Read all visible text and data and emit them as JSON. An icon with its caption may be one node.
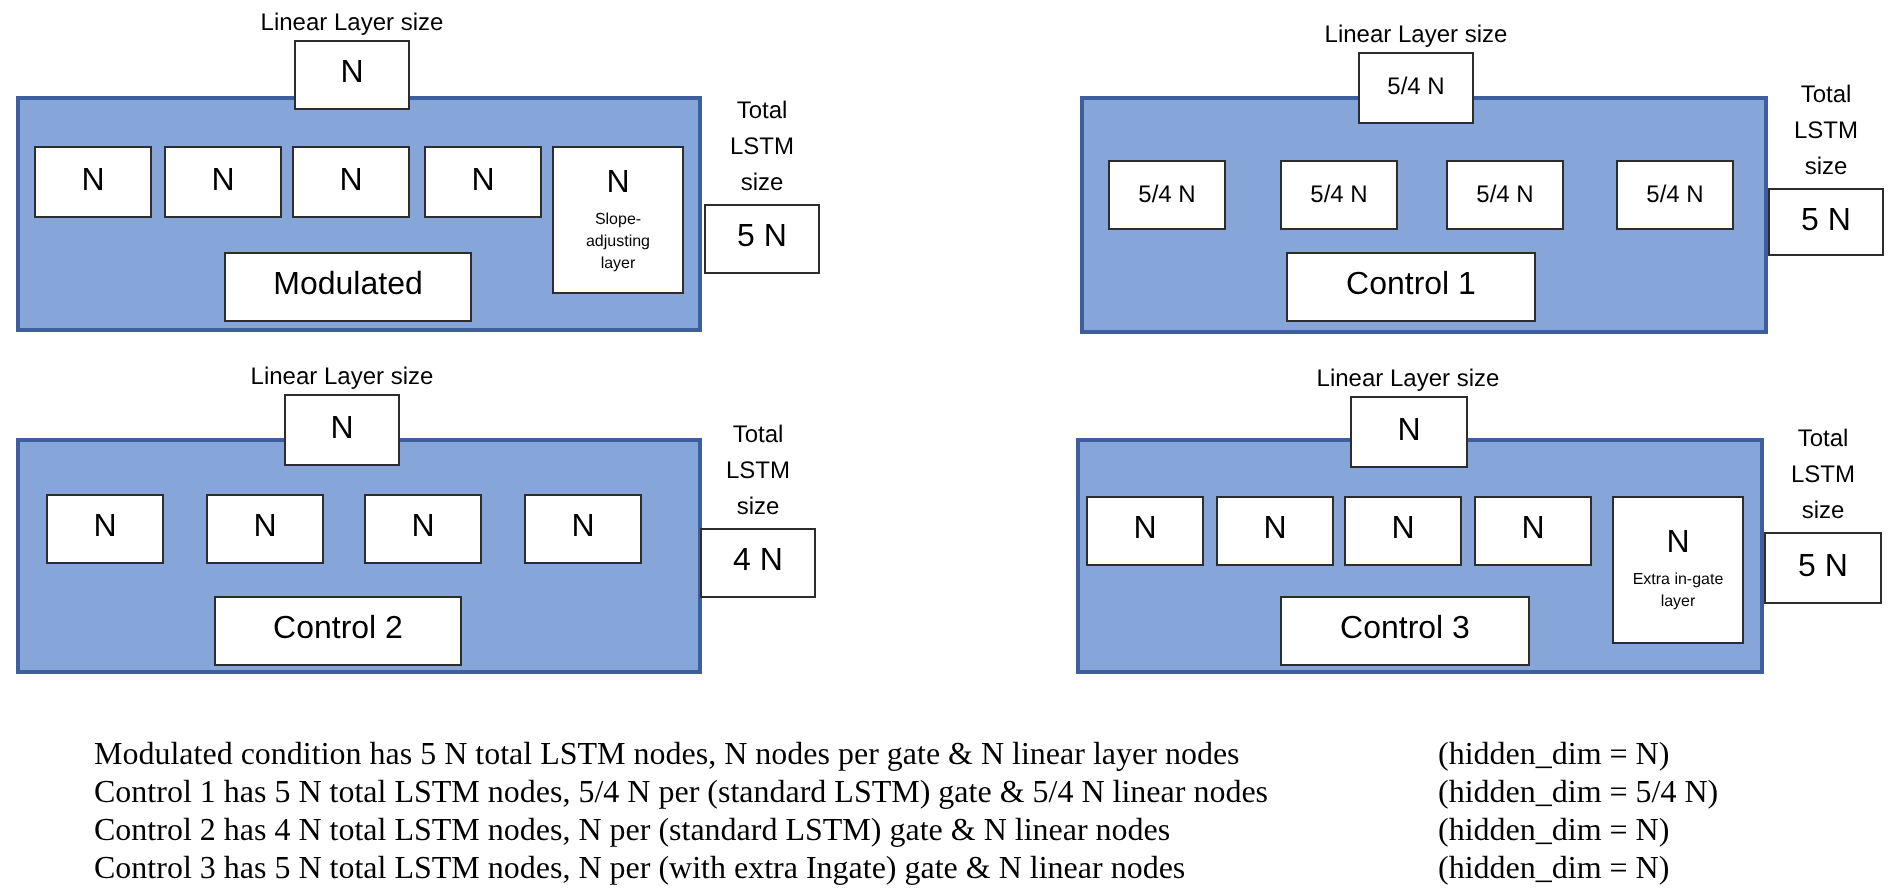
{
  "diagram": {
    "nodes": [
      {
        "text": [],
        "shape": "box"
      },
      {
        "text": [
          "N"
        ],
        "in": 0
      },
      {
        "text": [
          "N"
        ],
        "in": 0
      },
      {
        "text": [
          "N"
        ],
        "in": 0
      },
      {
        "text": [
          "N"
        ],
        "in": 0
      },
      {
        "text": [
          "N",
          "Slope-adjusting layer"
        ],
        "in": 0
      },
      {
        "text": [
          "Modulated"
        ],
        "in": 0
      },
      {
        "text": [
          "N"
        ],
        "beside": [
          "Linear Layer size"
        ]
      },
      {
        "text": [
          "5 N"
        ],
        "beside": [
          "Total LSTM size"
        ]
      },
      {
        "text": [],
        "shape": "box"
      },
      {
        "text": [
          "5/4 N"
        ],
        "in": 9
      },
      {
        "text": [
          "5/4 N"
        ],
        "in": 9
      },
      {
        "text": [
          "5/4 N"
        ],
        "in": 9
      },
      {
        "text": [
          "5/4 N"
        ],
        "in": 9
      },
      {
        "text": [
          "Control 1"
        ],
        "in": 9
      },
      {
        "text": [
          "5/4 N"
        ],
        "beside": [
          "Linear Layer size"
        ]
      },
      {
        "text": [
          "5 N"
        ],
        "beside": [
          "Total LSTM size"
        ]
      },
      {
        "text": [],
        "shape": "box"
      },
      {
        "text": [
          "N"
        ],
        "in": 17
      },
      {
        "text": [
          "N"
        ],
        "in": 17
      },
      {
        "text": [
          "N"
        ],
        "in": 17
      },
      {
        "text": [
          "N"
        ],
        "in": 17
      },
      {
        "text": [
          "Control 2"
        ],
        "in": 17
      },
      {
        "text": [
          "N"
        ],
        "beside": [
          "Linear Layer size"
        ]
      },
      {
        "text": [
          "4 N"
        ],
        "beside": [
          "Total LSTM size"
        ]
      },
      {
        "text": [],
        "shape": "box"
      },
      {
        "text": [
          "N"
        ],
        "in": 25
      },
      {
        "text": [
          "N"
        ],
        "in": 25
      },
      {
        "text": [
          "N"
        ],
        "in": 25
      },
      {
        "text": [
          "N"
        ],
        "in": 25
      },
      {
        "text": [
          "N",
          "Extra in-gate layer"
        ],
        "in": 25
      },
      {
        "text": [
          "Control 3"
        ],
        "in": 25
      },
      {
        "text": [
          "N"
        ],
        "beside": [
          "Linear Layer size"
        ]
      },
      {
        "text": [
          "5 N"
        ],
        "beside": [
          "Total LSTM size"
        ]
      }
    ],
    "labels": [
      "Modulated condition has 5 N total LSTM nodes, N nodes per gate & N linear layer nodes",
      "(hidden_dim =  N)",
      "Control 1 has 5 N total LSTM nodes, 5/4 N per (standard LSTM) gate & 5/4 N linear nodes",
      "(hidden_dim = 5/4 N)",
      "Control 2 has 4 N total LSTM nodes, N per (standard LSTM) gate & N linear nodes",
      "(hidden_dim = N)",
      "Control 3 has 5 N total LSTM nodes, N per (with extra Ingate) gate & N linear nodes",
      "(hidden_dim = N)"
    ]
  }
}
